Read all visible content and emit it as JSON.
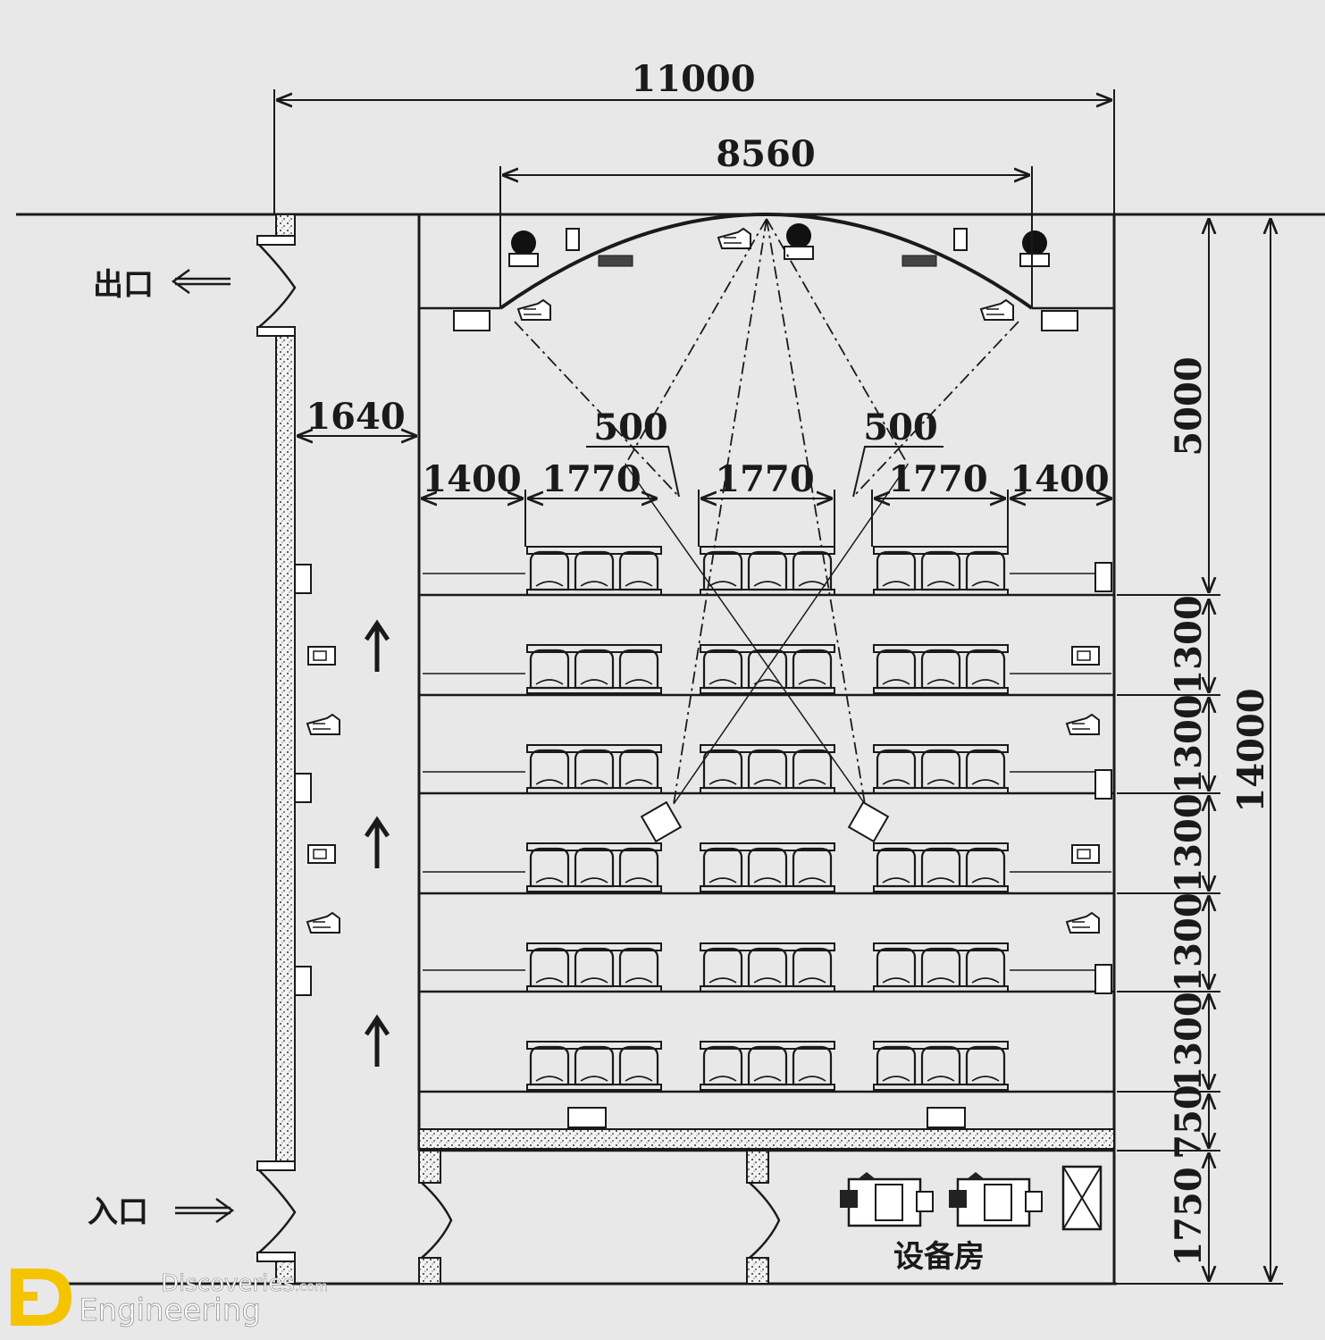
{
  "dimensions": {
    "total_width": "11000",
    "screen_width": "8560",
    "aisle_width": "1640",
    "side_gap_left": "1400",
    "block_left": "1770",
    "block_center": "1770",
    "block_right": "1770",
    "side_gap_right": "1400",
    "offset_left": "500",
    "offset_right": "500",
    "front_depth": "5000",
    "row_1": "1300",
    "row_2": "1300",
    "row_3": "1300",
    "row_4": "1300",
    "row_5": "1300",
    "rear_strip": "750",
    "equipment_depth": "1750",
    "total_depth": "14000"
  },
  "labels": {
    "exit": "出口",
    "entrance": "入口",
    "equipment_room": "设备房"
  },
  "watermark": {
    "brand_top": "Discoveries",
    "brand_suffix": ".com",
    "brand_bottom": "Engineering",
    "logo_letters": "ED"
  },
  "colors": {
    "background": "#e8e8e8",
    "ink": "#1a1a1a",
    "logo": "#f5c400"
  }
}
